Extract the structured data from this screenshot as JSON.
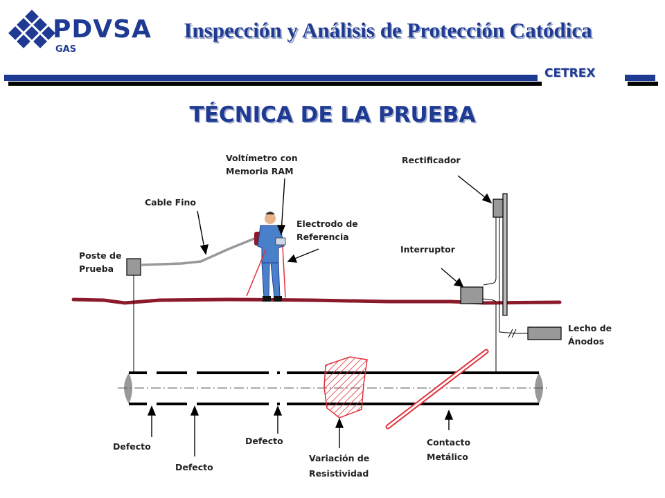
{
  "header": {
    "brand": "PDVSA",
    "brand_sub": "GAS",
    "title": "Inspección y Análisis de Protección Catódica",
    "center": "CETREX"
  },
  "main_title": "TÉCNICA DE LA PRUEBA",
  "labels": {
    "voltmeter_1": "Voltímetro con",
    "voltmeter_2": "Memoria RAM",
    "rectifier": "Rectificador",
    "cable": "Cable Fino",
    "electrode_1": "Electrodo de",
    "electrode_2": "Referencia",
    "test_post_1": "Poste de",
    "test_post_2": "Prueba",
    "interrupter": "Interruptor",
    "anode_bed_1": "Lecho de",
    "anode_bed_2": "Ánodos",
    "defect_a": "Defecto",
    "defect_b": "Defecto",
    "defect_c": "Defecto",
    "resistivity_1": "Variación de",
    "resistivity_2": "Resistividad",
    "metallic_1": "Contacto",
    "metallic_2": "Metálico"
  },
  "colors": {
    "brand_blue": "#1f3a93",
    "ground": "#8b1a2b",
    "figure": "#4a80c9",
    "hatch": "#e0303a"
  }
}
